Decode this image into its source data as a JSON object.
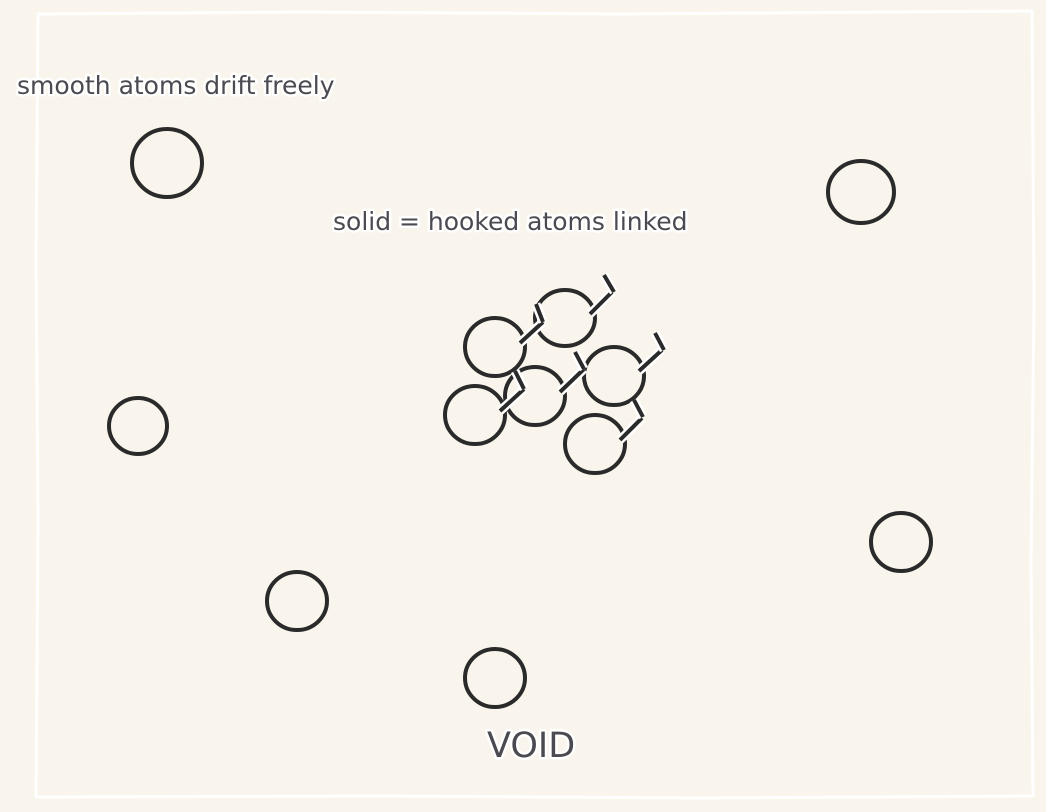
{
  "labels": {
    "free_caption": "smooth atoms drift freely",
    "solid_caption": "solid = hooked atoms linked",
    "void_caption": "VOID"
  },
  "colors": {
    "background": "#f9f5ec",
    "atom_stroke": "#2a2a2a",
    "text": "#4a4a50",
    "halo": "#ffffff"
  }
}
